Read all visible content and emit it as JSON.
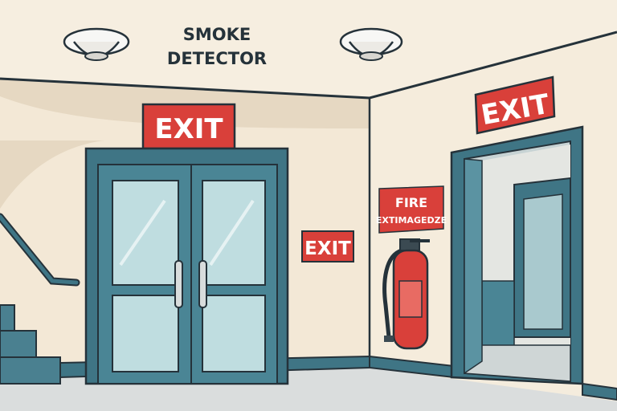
{
  "labels": {
    "smoke_detector_line1": "SMOKE",
    "smoke_detector_line2": "DETECTOR",
    "exit_main": "EXIT",
    "exit_right": "EXIT",
    "exit_small": "EXIT",
    "fire_line1": "FIRE",
    "fire_line2": "EXTIMAGEDZE"
  },
  "colors": {
    "wall": "#f4ecdd",
    "frame": "#3f7585",
    "sign_red": "#d9403a",
    "floor": "#dadddd"
  }
}
